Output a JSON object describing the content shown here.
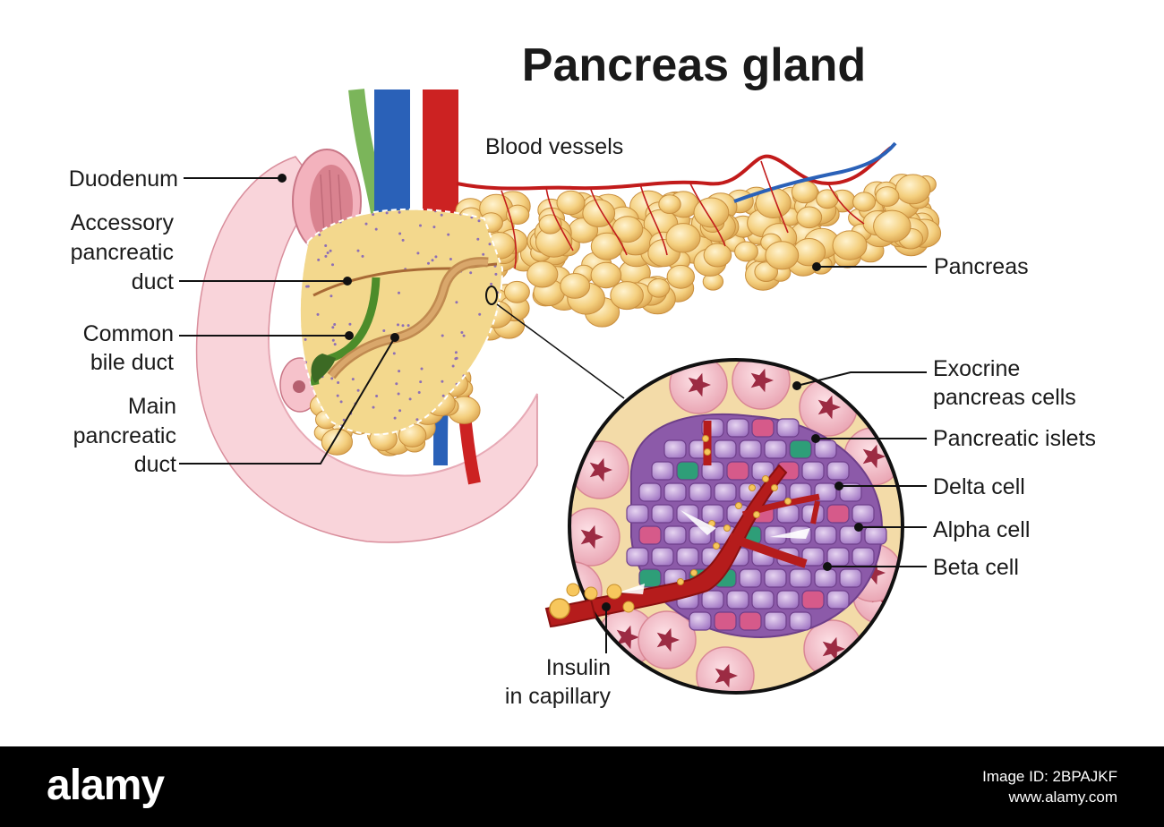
{
  "title": "Pancreas gland",
  "labels": {
    "duodenum": "Duodenum",
    "accessory": [
      "Accessory",
      "pancreatic",
      "duct"
    ],
    "common_bile": [
      "Common",
      "bile duct"
    ],
    "main_duct": [
      "Main",
      "pancreatic",
      "duct"
    ],
    "blood_vessels": "Blood vessels",
    "pancreas": "Pancreas",
    "exocrine": [
      "Exocrine",
      "pancreas cells"
    ],
    "islets": "Pancreatic islets",
    "delta": "Delta cell",
    "alpha": "Alpha cell",
    "beta": "Beta cell",
    "insulin": [
      "Insulin",
      "in capillary"
    ]
  },
  "footer": {
    "brand": "alamy",
    "image_id": "Image ID: 2BPAJKF",
    "site": "www.alamy.com"
  }
}
